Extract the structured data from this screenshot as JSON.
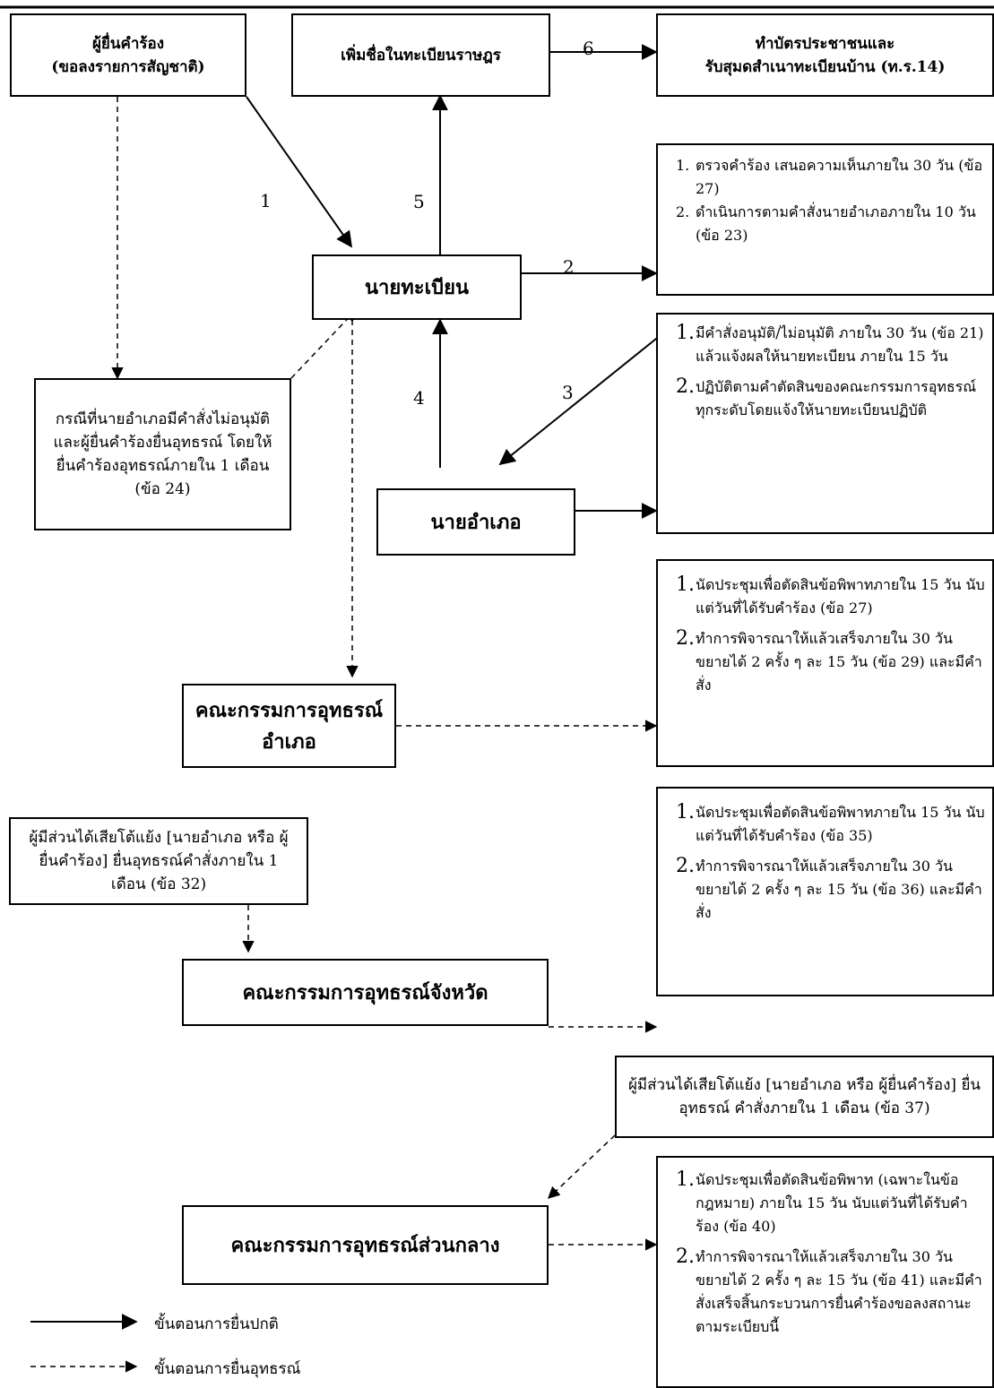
{
  "nodes": {
    "petitioner": [
      "ผู้ยื่นคำร้อง",
      "(ขอลงรายการสัญชาติ)"
    ],
    "add_name": "เพิ่มชื่อในทะเบียนราษฎร",
    "id_card": [
      "ทำบัตรประชาชนและ",
      "รับสุมดสำเนาทะเบียนบ้าน (ท.ร.14)"
    ],
    "registrar": "นายทะเบียน",
    "district_chief": "นายอำเภอ",
    "district_committee": "คณะกรรมการอุทธรณ์อำเภอ",
    "province_committee": "คณะกรรมการอุทธรณ์จังหวัด",
    "central_committee": "คณะกรรมการอุทธรณ์ส่วนกลาง"
  },
  "notes": {
    "registrar_duties": [
      "ตรวจคำร้อง เสนอความเห็นภายใน 30 วัน (ข้อ 27)",
      "ดำเนินการตามคำสั่งนายอำเภอภายใน 10 วัน (ข้อ 23)"
    ],
    "chief_duties": [
      "มีคำสั่งอนุมัติ/ไม่อนุมัติ ภายใน 30 วัน (ข้อ 21) แล้วแจ้งผลให้นายทะเบียน ภายใน 15 วัน",
      "ปฏิบัติตามคำตัดสินของคณะกรรมการอุทธรณ์ทุกระดับโดยแจ้งให้นายทะเบียนปฏิบัติ"
    ],
    "appeal_case": "กรณีที่นายอำเภอมีคำสั่งไม่อนุมัติ และผู้ยื่นคำร้องยื่นอุทธรณ์ โดยให้ยื่นคำร้องอุทธรณ์ภายใน 1 เดือน (ข้อ 24)",
    "district_duties": [
      "นัดประชุมเพื่อตัดสินข้อพิพาทภายใน 15 วัน นับแต่วันที่ได้รับคำร้อง (ข้อ 27)",
      "ทำการพิจารณาให้แล้วเสร็จภายใน 30 วัน ขยายได้ 2 ครั้ง ๆ ละ 15 วัน (ข้อ 29) และมีคำสั่ง"
    ],
    "province_appeal": "ผู้มีส่วนได้เสียโต้แย้ง [นายอำเภอ หรือ ผู้ยื่นคำร้อง] ยื่นอุทธรณ์คำสั่งภายใน 1 เดือน (ข้อ 32)",
    "province_duties": [
      "นัดประชุมเพื่อตัดสินข้อพิพาทภายใน 15 วัน นับแต่วันที่ได้รับคำร้อง (ข้อ 35)",
      "ทำการพิจารณาให้แล้วเสร็จภายใน 30 วัน ขยายได้ 2 ครั้ง ๆ ละ 15 วัน (ข้อ 36) และมีคำสั่ง"
    ],
    "central_appeal": "ผู้มีส่วนได้เสียโต้แย้ง [นายอำเภอ หรือ ผู้ยื่นคำร้อง] ยื่นอุทธรณ์ คำสั่งภายใน 1 เดือน (ข้อ 37)",
    "central_duties": [
      "นัดประชุมเพื่อตัดสินข้อพิพาท (เฉพาะในข้อกฎหมาย) ภายใน 15 วัน นับแต่วันที่ได้รับคำร้อง (ข้อ 40)",
      "ทำการพิจารณาให้แล้วเสร็จภายใน 30 วัน ขยายได้ 2 ครั้ง ๆ ละ 15 วัน (ข้อ 41) และมีคำสั่งเสร็จสิ้นกระบวนการยื่นคำร้องขอลงสถานะตามระเบียบนี้"
    ]
  },
  "list_numbers": [
    "1.",
    "2."
  ],
  "step_labels": [
    "1",
    "2",
    "3",
    "4",
    "5",
    "6"
  ],
  "legend": {
    "normal": "ขั้นตอนการยื่นปกติ",
    "appeal": "ขั้นตอนการยื่นอุทธรณ์"
  }
}
